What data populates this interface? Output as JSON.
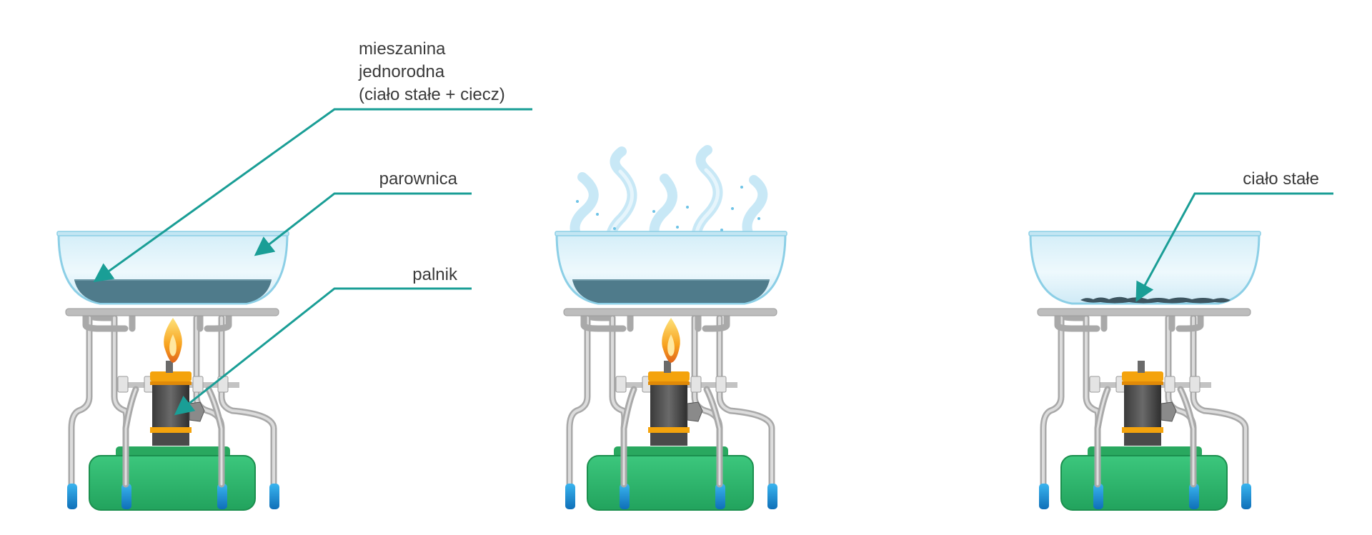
{
  "labels": {
    "mixture_line1": "mieszanina",
    "mixture_line2": "jednorodna",
    "mixture_line3": "(ciało stałe + ciecz)",
    "evaporating_dish": "parownica",
    "burner": "palnik",
    "solid": "ciało stałe"
  },
  "colors": {
    "pointer": "#1a9e96",
    "glass": "#bfe6f3",
    "glass_edge": "#7cc8e3",
    "liquid": "#4f7b8b",
    "canister": "#2bb56b",
    "burner_body": "#4a4a4a",
    "burner_ring": "#f4a30c",
    "flame": "#f7a21b",
    "support": "#c8c8c8",
    "foot": "#1a86d0",
    "steam": "#a9dcf2",
    "residue": "#3d5560"
  },
  "stages": [
    {
      "name": "heating",
      "flame": true,
      "liquid": true,
      "steam": false,
      "residue": false
    },
    {
      "name": "evaporating",
      "flame": true,
      "liquid": true,
      "steam": true,
      "residue": false
    },
    {
      "name": "dry",
      "flame": false,
      "liquid": false,
      "steam": false,
      "residue": true
    }
  ]
}
